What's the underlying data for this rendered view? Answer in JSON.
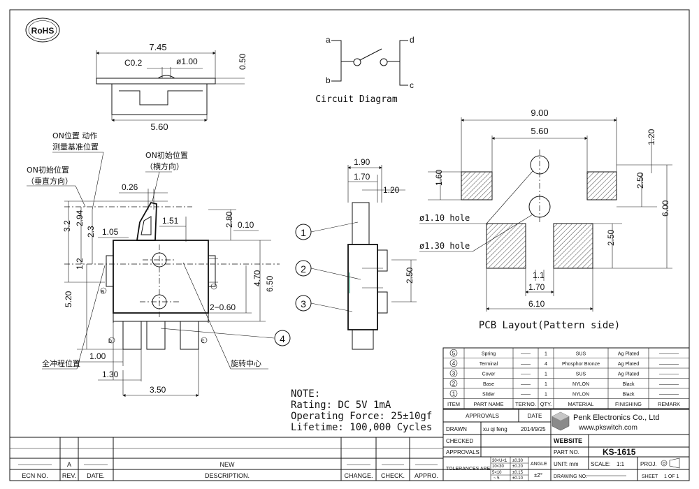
{
  "logo": {
    "rohs": "RoHS"
  },
  "top_view": {
    "dim_width": "7.45",
    "dim_chamfer": "C0.2",
    "dim_pin": "ø1.00",
    "dim_height": "0.50",
    "dim_base": "5.60"
  },
  "circuit": {
    "title": "Circuit Diagram",
    "a": "a",
    "b": "b",
    "c": "c",
    "d": "d"
  },
  "front_view": {
    "label_on_measure_1": "ON位置 动作",
    "label_on_measure_2": "测量基准位置",
    "label_on_init_v_1": "ON初始位置",
    "label_on_init_v_2": "（垂直方向）",
    "label_on_init_h_1": "ON初始位置",
    "label_on_init_h_2": "（横方向）",
    "label_full_travel": "全冲程位置",
    "label_rotation_center": "旋转中心",
    "d_026": "0.26",
    "d_32": "3.2",
    "d_294": "2.94",
    "d_23": "2.3",
    "d_105": "1.05",
    "d_151": "1.51",
    "d_280": "2.80",
    "d_010": "0.10",
    "d_12": "1.2",
    "d_520": "5.20",
    "d_470": "4.70",
    "d_650": "6.50",
    "d_2060": "2−0.60",
    "d_100": "1.00",
    "d_130": "1.30",
    "d_350": "3.50",
    "pin_a": "a",
    "pin_b": "b",
    "pin_c": "c",
    "callout_4": "4"
  },
  "side_view": {
    "d_190": "1.90",
    "d_170": "1.70",
    "d_120": "1.20",
    "d_250": "2.50",
    "callout_1": "1",
    "callout_2": "2",
    "callout_3": "3"
  },
  "pcb": {
    "title": "PCB Layout(Pattern side)",
    "d_900": "9.00",
    "d_560": "5.60",
    "d_120": "1.20",
    "d_160": "1.60",
    "d_250a": "2.50",
    "d_600": "6.00",
    "d_250b": "2.50",
    "d_11": "1.1",
    "d_170": "1.70",
    "d_610": "6.10",
    "hole_110": "ø1.10  hole",
    "hole_130": "ø1.30  hole"
  },
  "note": {
    "title": "NOTE:",
    "rating": "Rating: DC 5V    1mA",
    "force": "Operating Force: 25±10gf",
    "life": "Lifetime: 100,000 Cycles"
  },
  "bom": {
    "rows": [
      {
        "no": "5",
        "part": "Spring",
        "tern": "——",
        "qty": "1",
        "material": "SUS",
        "finish": "Ag Plated",
        "remark": "————"
      },
      {
        "no": "4",
        "part": "Terminal",
        "tern": "——",
        "qty": "4",
        "material": "Phosphor Bronze",
        "finish": "Ag Plated",
        "remark": "————"
      },
      {
        "no": "3",
        "part": "Cover",
        "tern": "——",
        "qty": "1",
        "material": "SUS",
        "finish": "Ag Plated",
        "remark": "————"
      },
      {
        "no": "2",
        "part": "Base",
        "tern": "——",
        "qty": "1",
        "material": "NYLON",
        "finish": "Black",
        "remark": "————"
      },
      {
        "no": "1",
        "part": "Slider",
        "tern": "——",
        "qty": "1",
        "material": "NYLON",
        "finish": "Black",
        "remark": "————"
      }
    ],
    "headers": {
      "item": "ITEM",
      "part": "PART NAME",
      "tern": "TER'NO.",
      "qty": "QTY.",
      "material": "MATERIAL",
      "finish": "FINISHING",
      "remark": "REMARK"
    }
  },
  "titleblock": {
    "approvals": "APPROVALS",
    "date": "DATE",
    "drawn": "DRAWN",
    "drawn_by": "xu qi feng",
    "drawn_date": "2014/9/25",
    "checked": "CHECKED",
    "approvals2": "APPROVALS",
    "company": "Penk Electronics Co., Ltd",
    "website_url": "www.pkswitch.com",
    "website": "WEBSITE",
    "part_no": "PART NO.",
    "part_no_value": "KS-1615",
    "tolerances": "TOLERANCES ARE",
    "tol_r1": "30<U<1",
    "tol_v1": "±0.30",
    "tol_r2": "10<30",
    "tol_v2": "±0.20",
    "tol_r3": "5<10",
    "tol_v3": "±0.15",
    "tol_r4": "~ 5",
    "tol_v4": "±0.10",
    "angle": "ANGLE",
    "angle_v": "±2°",
    "unit": "UNIT: mm",
    "scale": "SCALE:",
    "scale_v": "1:1",
    "proj": "PROJ.",
    "drawing_no": "DRAWING NO.",
    "sheet": "SHEET",
    "sheet_v": "1 OF 1"
  },
  "revision": {
    "rev": "A",
    "new": "NEW",
    "h_ecn": "ECN NO.",
    "h_rev": "REV.",
    "h_date": "DATE.",
    "h_desc": "DESCRIPTION.",
    "h_change": "CHANGE.",
    "h_check": "CHECK.",
    "h_appro": "APPRO."
  }
}
